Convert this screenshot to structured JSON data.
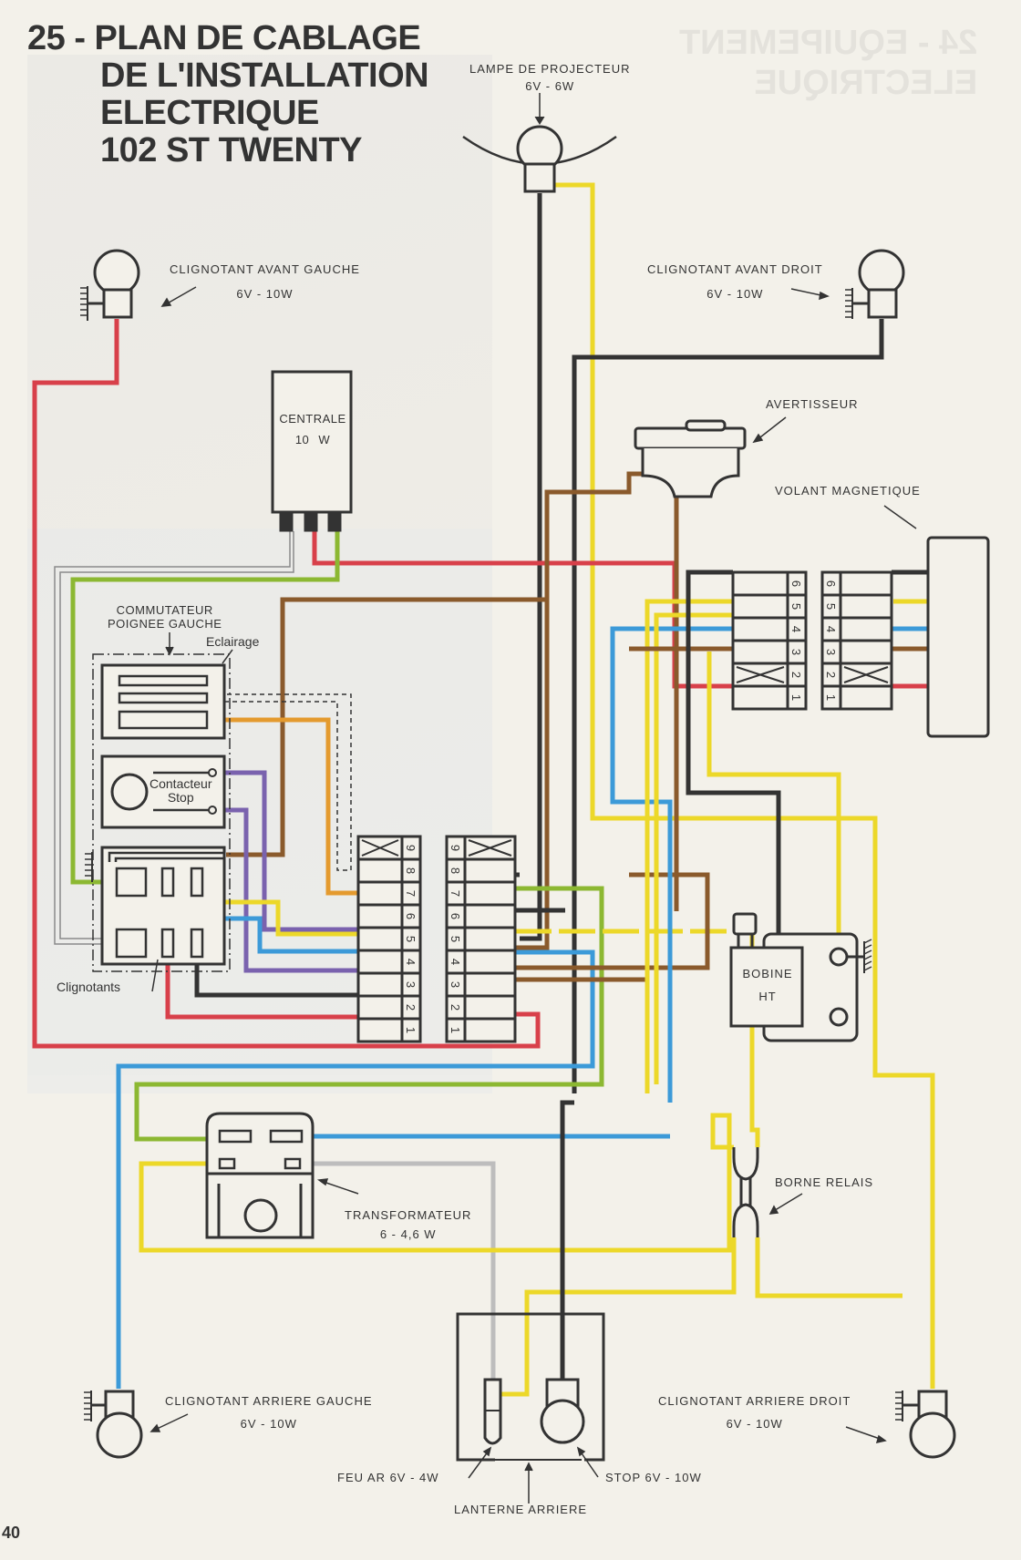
{
  "page": {
    "number": "40",
    "mirrored_title_line1": "24 - EQUIPEMENT",
    "mirrored_title_line2": "ELECTRIQUE"
  },
  "title": {
    "line1": "25 - PLAN DE CABLAGE",
    "line2": "DE L'INSTALLATION",
    "line3": "ELECTRIQUE",
    "line4": "102 ST TWENTY"
  },
  "wire_colors": {
    "red": "#d8404a",
    "yellow": "#ecd829",
    "green": "#8cb832",
    "blue": "#3c9ad8",
    "brown": "#8a5a2c",
    "black": "#333333",
    "orange": "#e49a2e",
    "violet": "#7a62ae",
    "grey": "#bdbdbd",
    "white": "#ffffff"
  },
  "components": {
    "headlamp": {
      "name": "LAMPE DE PROJECTEUR",
      "rating": "6V - 6W"
    },
    "front_left_indicator": {
      "name": "CLIGNOTANT AVANT GAUCHE",
      "rating": "6V - 10W"
    },
    "front_right_indicator": {
      "name": "CLIGNOTANT AVANT DROIT",
      "rating": "6V - 10W"
    },
    "flasher_unit": {
      "name": "CENTRALE",
      "rating": "10 W"
    },
    "horn": {
      "name": "AVERTISSEUR"
    },
    "magneto": {
      "name": "VOLANT MAGNETIQUE"
    },
    "left_switch": {
      "name_line1": "COMMUTATEUR",
      "name_line2": "POIGNEE GAUCHE",
      "lighting": "Eclairage",
      "stop_line1": "Contacteur",
      "stop_line2": "Stop",
      "indicators": "Clignotants"
    },
    "connector_9": {
      "pins": [
        "1",
        "2",
        "3",
        "4",
        "5",
        "6",
        "7",
        "8",
        "9"
      ]
    },
    "connector_6": {
      "pins": [
        "1",
        "2",
        "3",
        "4",
        "5",
        "6"
      ]
    },
    "coil": {
      "name_line1": "BOBINE",
      "name_line2": "HT"
    },
    "transformer": {
      "name": "TRANSFORMATEUR",
      "rating": "6 - 4,6 W"
    },
    "relay_terminal": {
      "name": "BORNE RELAIS"
    },
    "rear_left_indicator": {
      "name": "CLIGNOTANT ARRIERE GAUCHE",
      "rating": "6V - 10W"
    },
    "rear_right_indicator": {
      "name": "CLIGNOTANT ARRIERE DROIT",
      "rating": "6V - 10W"
    },
    "tail_lamp": {
      "name": "FEU AR 6V - 4W"
    },
    "stop_lamp": {
      "name": "STOP 6V - 10W"
    },
    "rear_light": {
      "name": "LANTERNE ARRIERE"
    }
  }
}
